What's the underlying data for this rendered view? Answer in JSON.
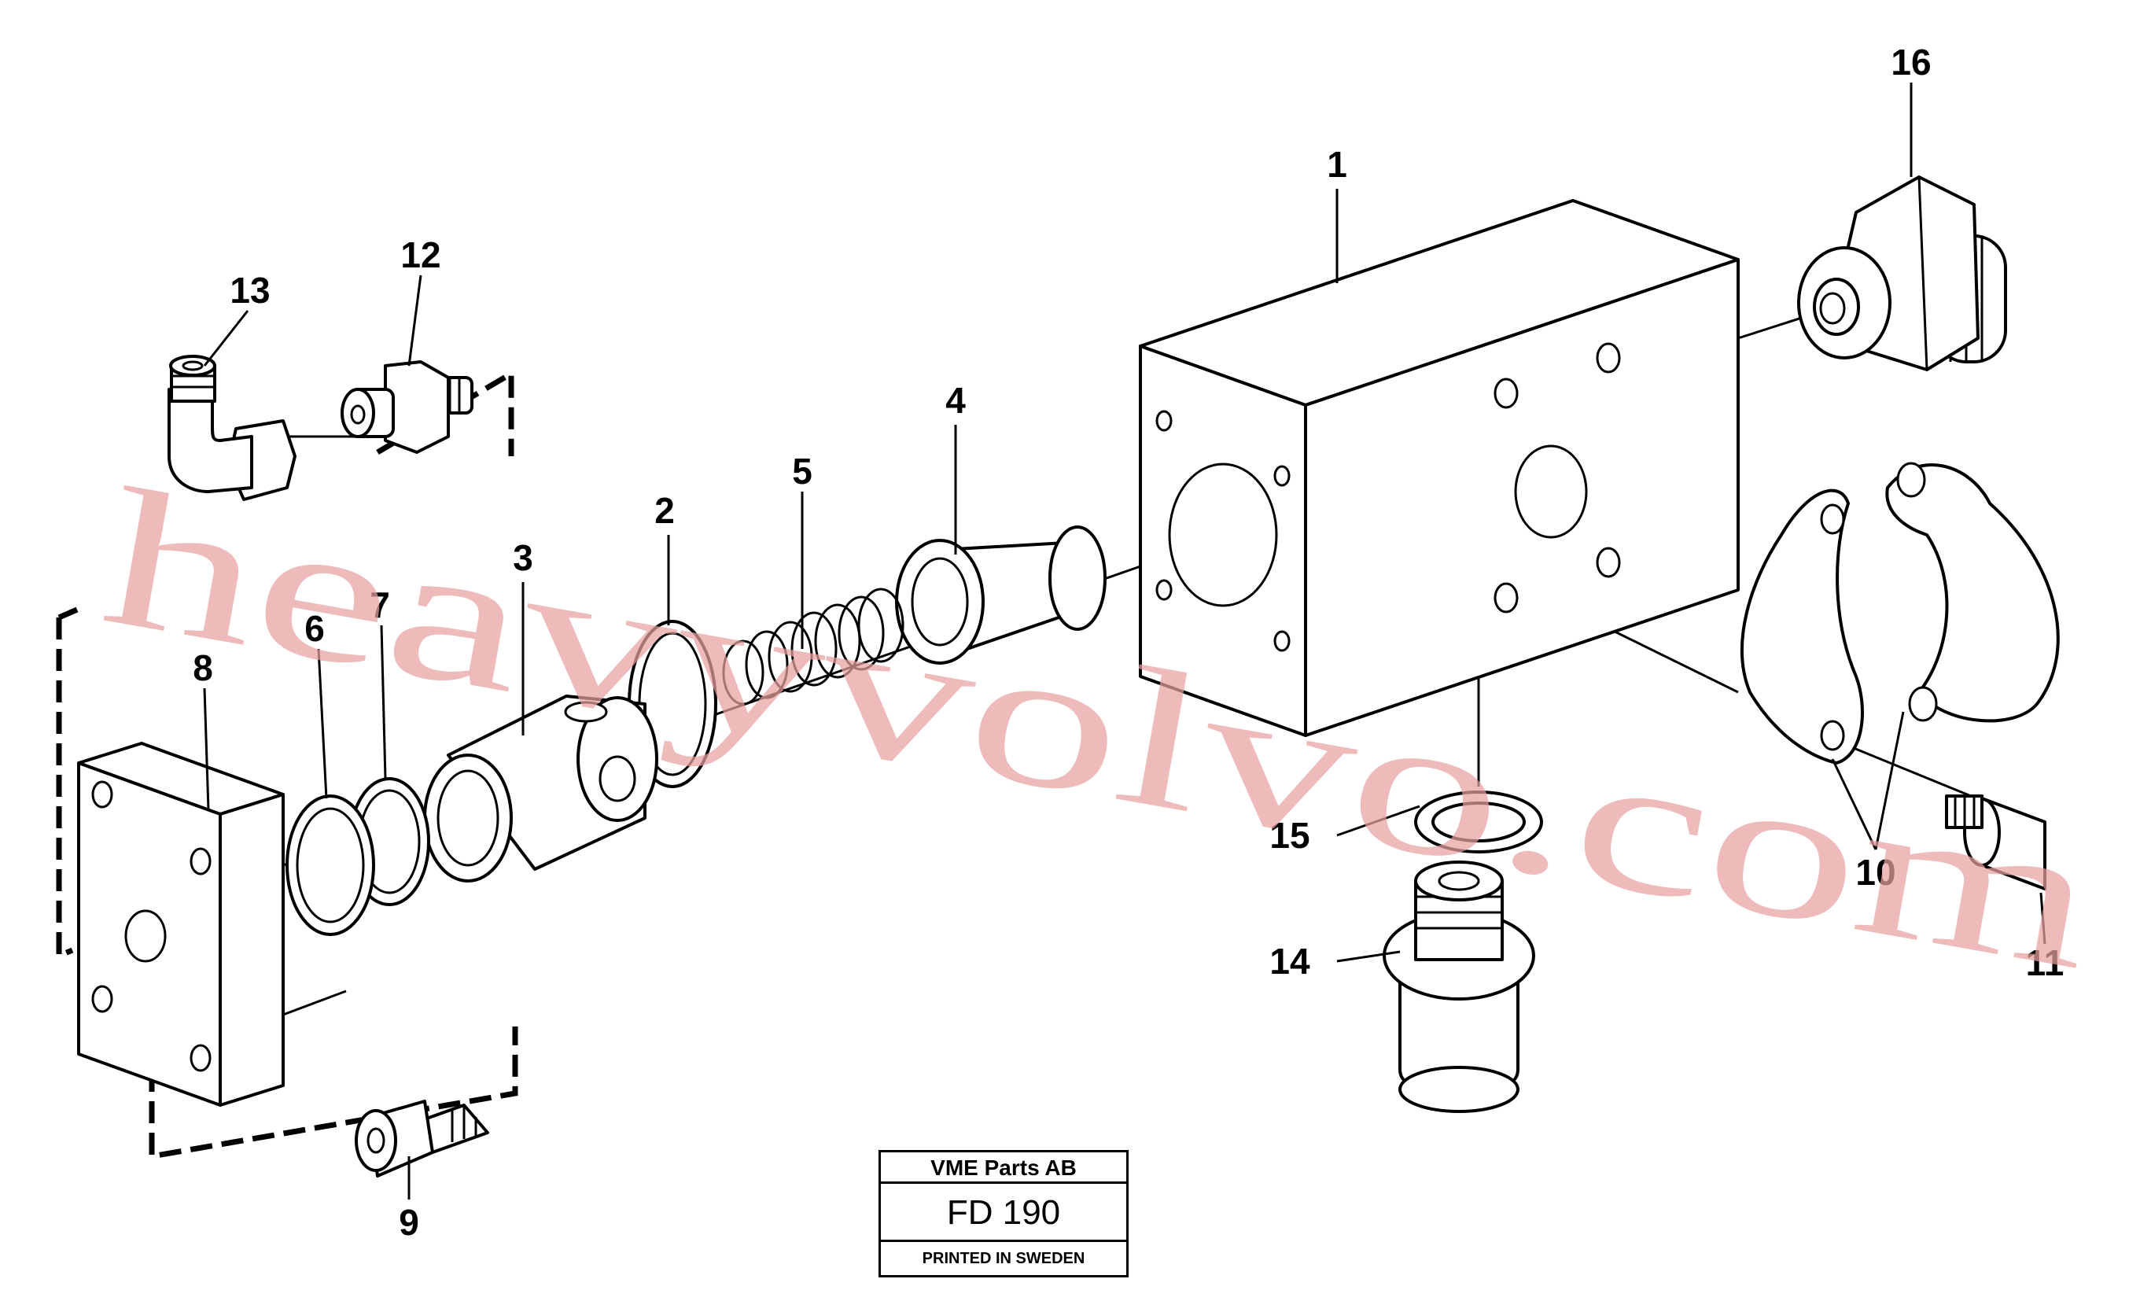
{
  "title_block": {
    "company": "VME Parts AB",
    "code": "FD 190",
    "printed": "PRINTED IN SWEDEN"
  },
  "watermark": "heavyvolvo.com",
  "callouts": [
    "1",
    "2",
    "3",
    "4",
    "5",
    "6",
    "7",
    "8",
    "9",
    "10",
    "11",
    "12",
    "13",
    "14",
    "15",
    "16"
  ]
}
